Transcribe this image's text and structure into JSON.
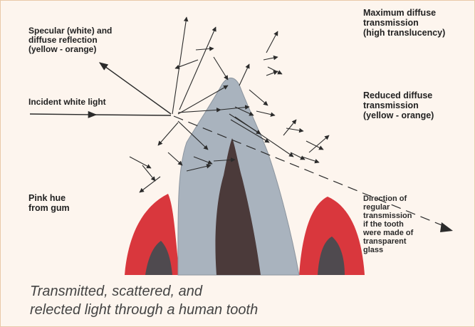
{
  "labels": {
    "specular": [
      "Specular (white) and",
      "diffuse reflection",
      "(yellow - orange)"
    ],
    "incident": "Incident white light",
    "max_diffuse": [
      "Maximum diffuse",
      "transmission",
      "(high translucency)"
    ],
    "reduced_diffuse": [
      "Reduced diffuse",
      "transmission",
      "(yellow - orange)"
    ],
    "pink_hue": [
      "Pink hue",
      "from gum"
    ],
    "direction": [
      "Direction of",
      "regular",
      "transmission",
      "if the tooth",
      "were made of",
      "transparent",
      "glass"
    ]
  },
  "caption": [
    "Transmitted, scattered, and",
    "relected light through a human tooth"
  ],
  "colors": {
    "background": "#fdf5ee",
    "enamel": "#a9b3be",
    "pulp": "#4b3a3a",
    "gum": "#d9373d",
    "gum_shadow": "#4f4a4f",
    "arrows": "#2b2b2b"
  }
}
